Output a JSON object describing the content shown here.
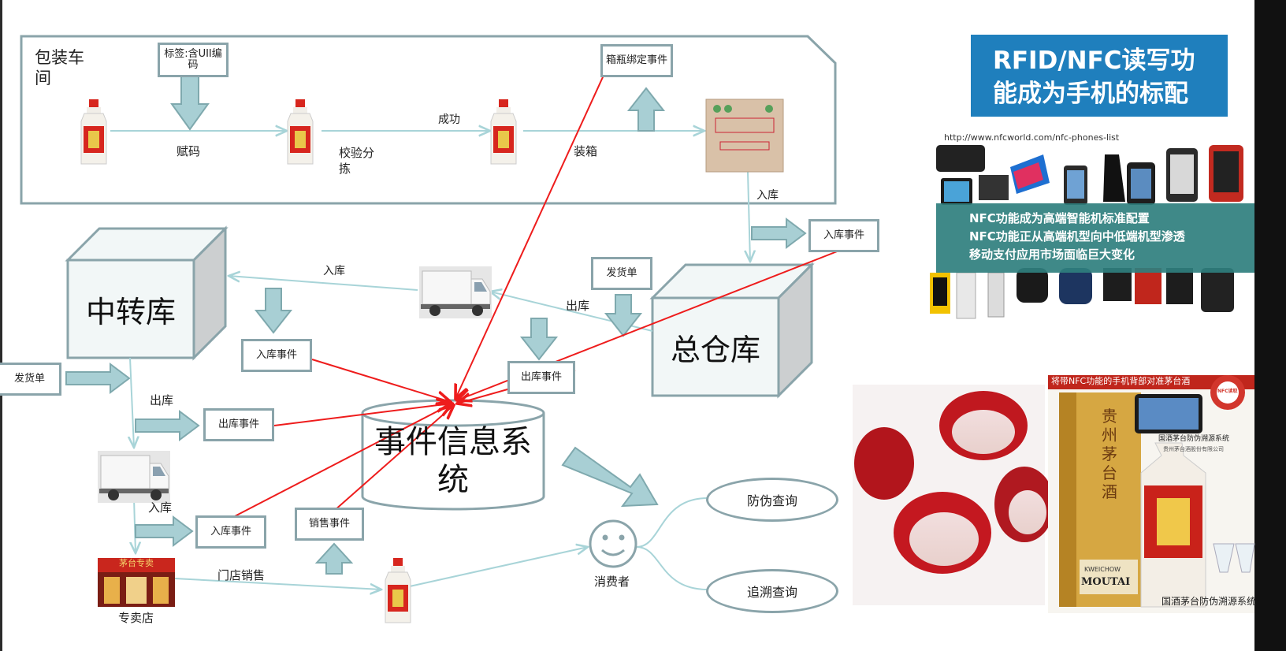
{
  "workshop": {
    "title": "包装车间"
  },
  "steps": {
    "label_box": "标签:含UII编码",
    "fuma": "赋码",
    "jiaoyan": "校验分拣",
    "chenggong": "成功",
    "zhuangxiang": "装箱",
    "xiangping_event": "箱瓶绑定事件"
  },
  "warehouses": {
    "transfer": "中转库",
    "general": "总仓库"
  },
  "event_system": {
    "label": "事件信息系统"
  },
  "flow_labels": {
    "ruku_top_right": "入库",
    "ruku_truck": "入库",
    "chuku_general": "出库",
    "chuku_transfer": "出库",
    "ruku_store": "入库",
    "store_sale": "门店销售"
  },
  "event_boxes": {
    "ruku_general": "入库事件",
    "fahuo_general": "发货单",
    "ruku_transfer": "入库事件",
    "chuku_general": "出库事件",
    "fahuo_left": "发货单",
    "chuku_transfer": "出库事件",
    "ruku_store": "入库事件",
    "sale": "销售事件"
  },
  "store": {
    "label": "专卖店",
    "sign": "茅台专卖"
  },
  "consumer": {
    "label": "消费者",
    "query1": "防伪查询",
    "query2": "追溯查询"
  },
  "rfid_panel": {
    "title_line1": "RFID/NFC读写功",
    "title_line2": "能成为手机的标配",
    "url": "http://www.nfcworld.com/nfc-phones-list",
    "bullets": [
      "NFC功能成为高端智能机标准配置",
      "NFC功能正从高端机型向中低端机型渗透",
      "移动支付应用市场面临巨大变化"
    ]
  },
  "moutai_panel": {
    "top_banner": "将带NFC功能的手机背部对准茅台酒",
    "system_label": "国酒茅台防伪溯源系统",
    "company_line": "贵州茅台酒股份有限公司",
    "brand_en1": "KWEICHOW",
    "brand_en2": "MOUTAI",
    "box_cn": "贵州茅台酒",
    "badge": "NFC读取",
    "bottom_caption": "国酒茅台防伪溯源系统"
  },
  "colors": {
    "red_arrow": "#ee1c1c",
    "flow_line": "#a8d4d8",
    "block_arrow_fill": "#a8cfd4",
    "block_arrow_stroke": "#7fa9ae",
    "box_border": "#8aa4aa",
    "panel_blue": "#1f7fbd",
    "nfc_band": "#2f7f7e"
  },
  "icons": [
    "bottle-icon",
    "truck-icon",
    "smiley-face-icon",
    "phone-icon",
    "wine-cap-icon",
    "moutai-box-icon"
  ]
}
